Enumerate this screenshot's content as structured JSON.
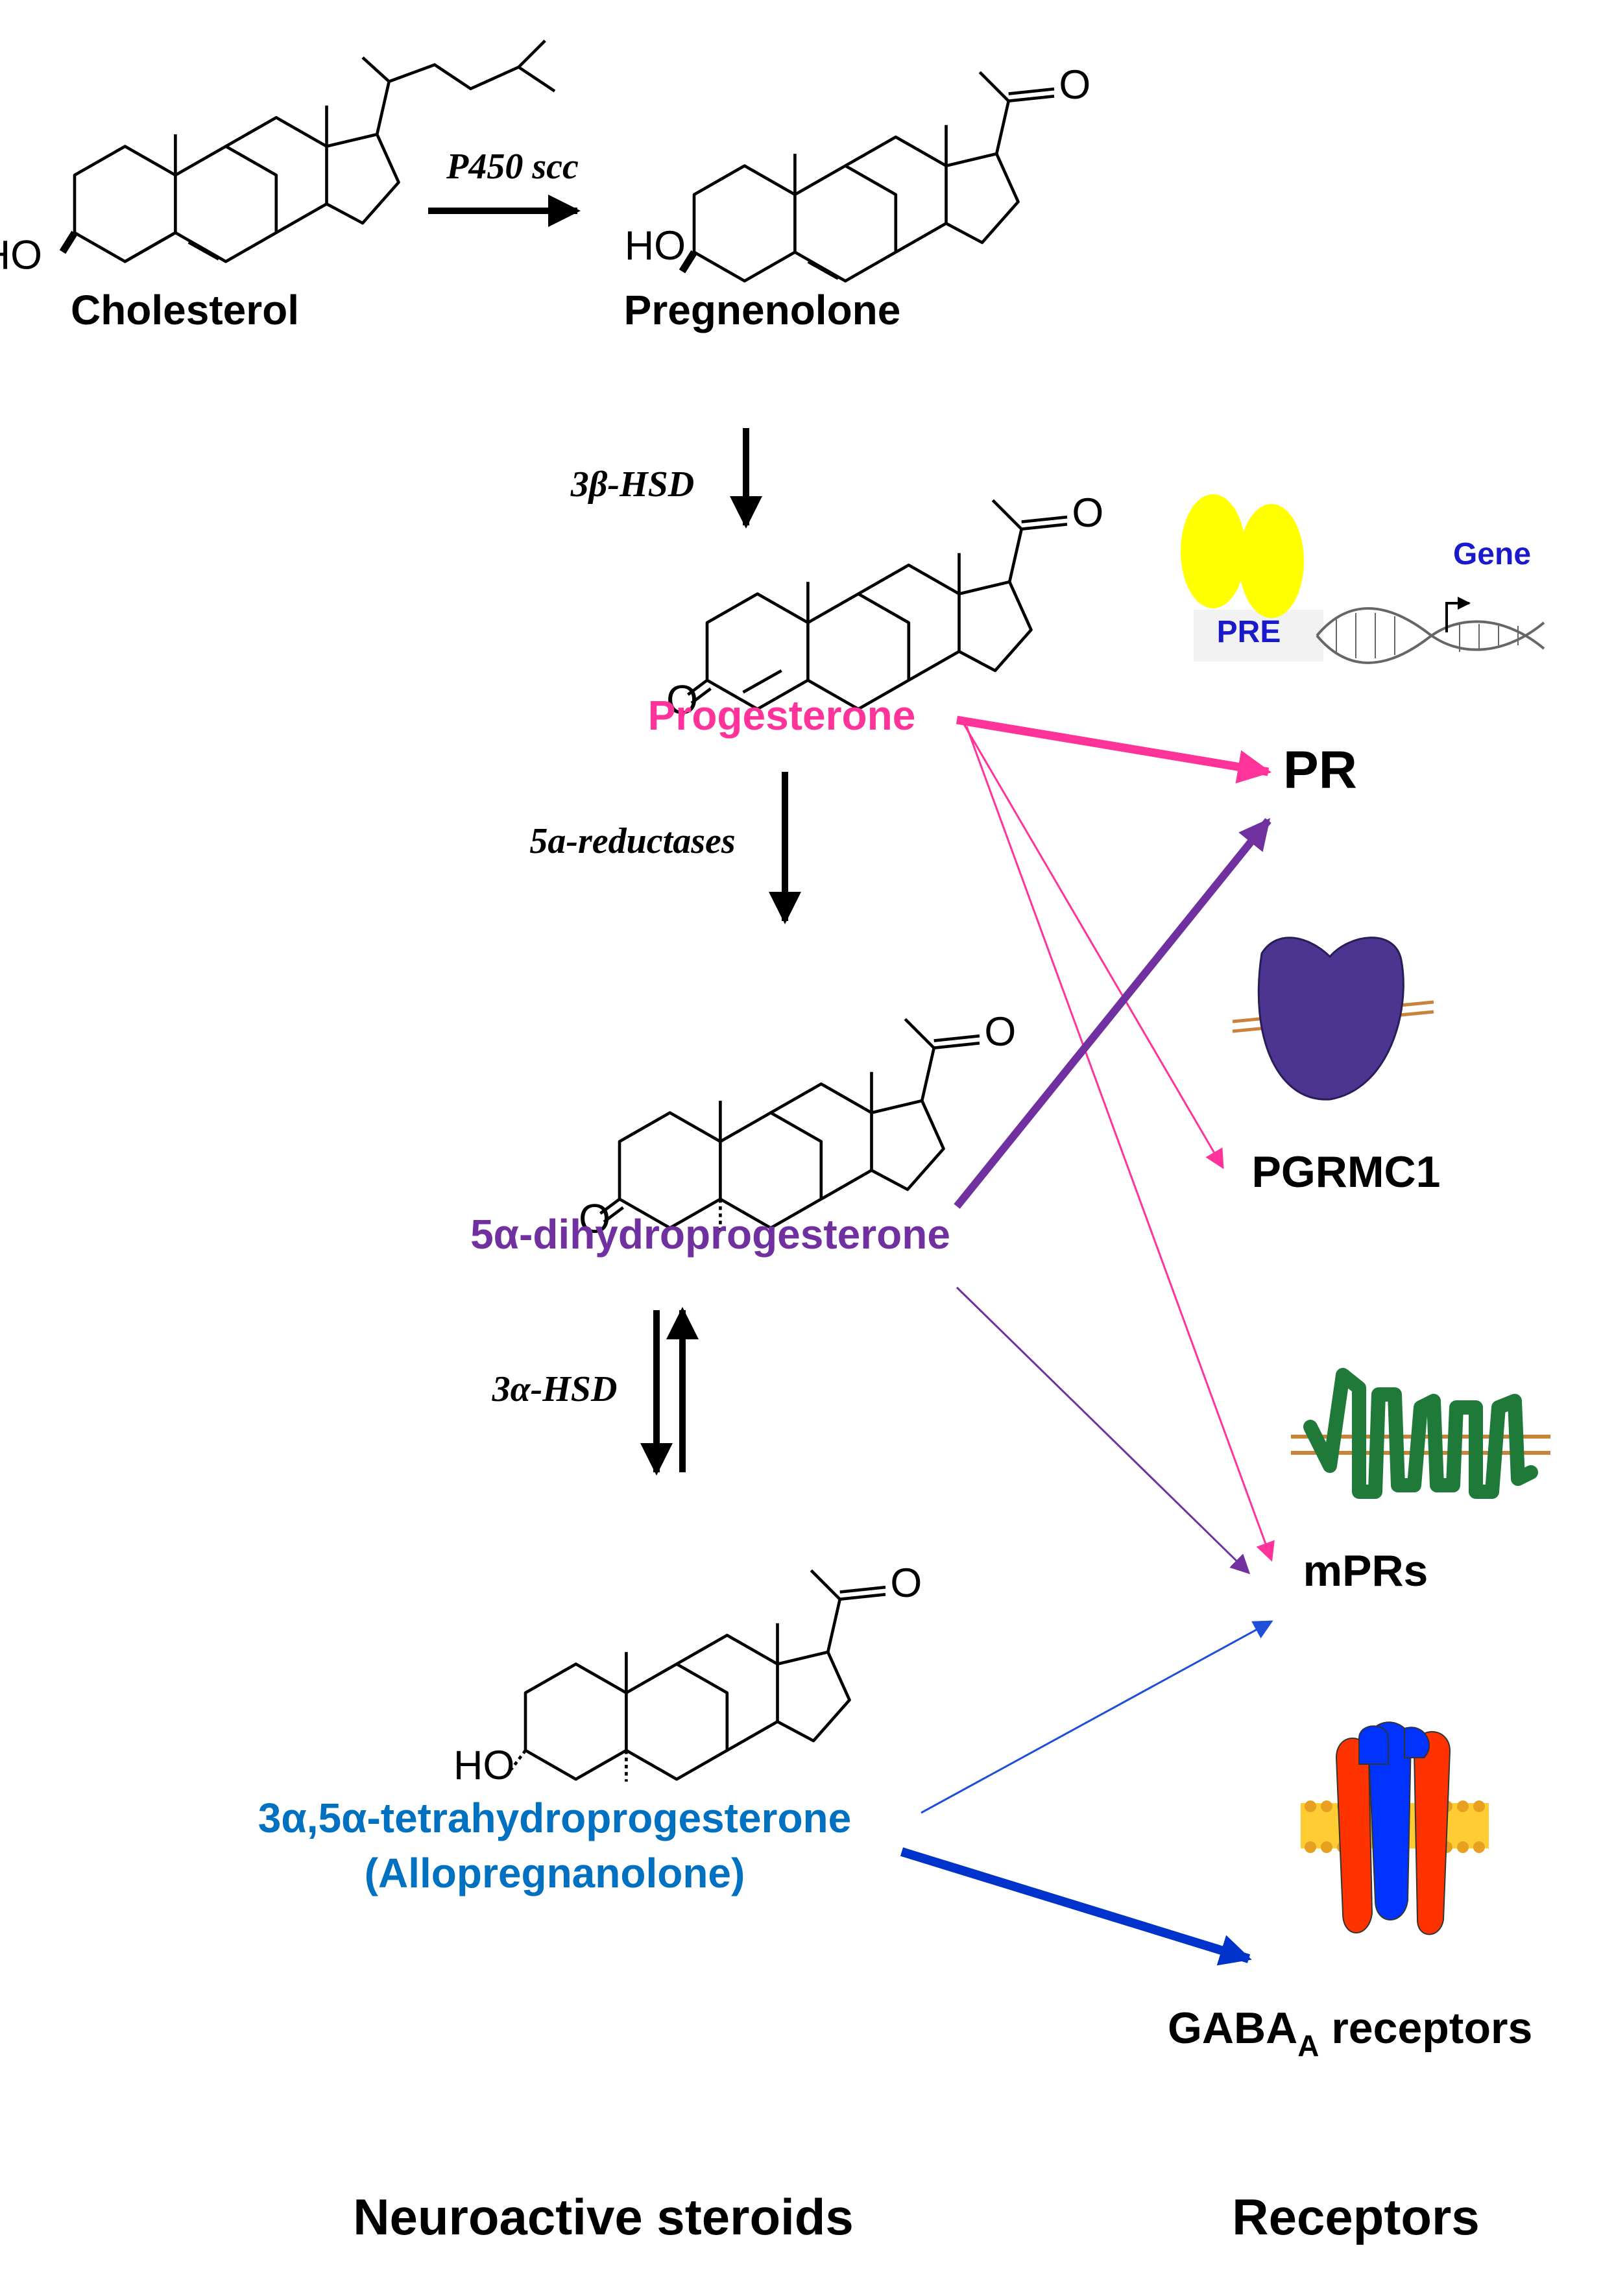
{
  "compounds": {
    "cholesterol": "Cholesterol",
    "pregnenolone": "Pregnenolone",
    "progesterone": "Progesterone",
    "dhp": "5α-dihydroprogesterone",
    "allo_line1": "3α,5α-tetrahydroprogesterone",
    "allo_line2": "(Allopregnanolone)"
  },
  "enzymes": {
    "p450": "P450 scc",
    "hsd3b": "3β-HSD",
    "reductase": "5a-reductases",
    "hsd3a": "3α-HSD"
  },
  "receptors": {
    "pr": "PR",
    "pgrmc1": "PGRMC1",
    "mprs": "mPRs",
    "gaba_main": "GABA",
    "gaba_sub": "A",
    "gaba_tail": " receptors",
    "pre": "PRE",
    "gene": "Gene"
  },
  "atoms": {
    "ho": "HO",
    "o": "O"
  },
  "footer": {
    "left": "Neuroactive steroids",
    "right": "Receptors"
  },
  "colors": {
    "progesterone": "#ff3399",
    "dhp": "#7030a0",
    "allo": "#0070c0",
    "gaba_arrow": "#0033cc",
    "allo_mpr_arrow": "#1f4fd8",
    "text_blue": "#1a1acc",
    "pgrmc1_protein": "#4b3591",
    "mpr_protein": "#1f7a3a",
    "receptor_yellow": "#ffff00"
  }
}
